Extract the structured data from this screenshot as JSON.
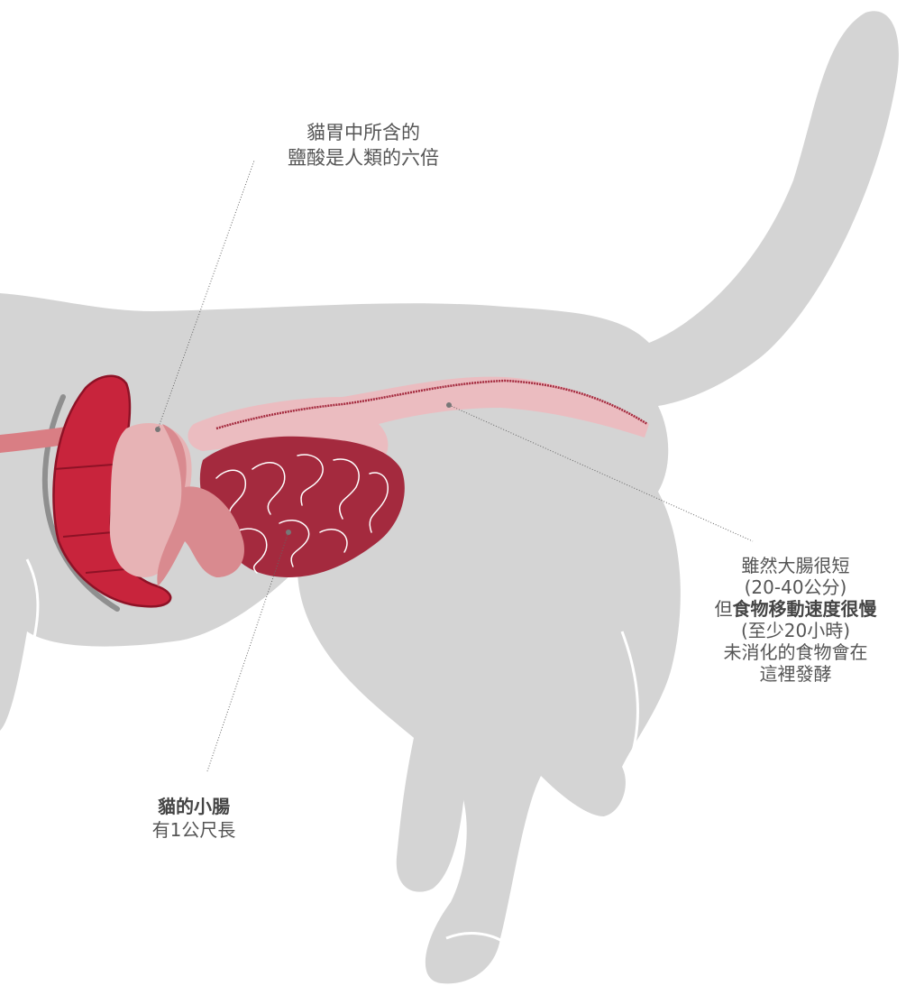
{
  "annotations": {
    "stomach": {
      "line1": "貓胃中所含的",
      "line2": "鹽酸是人類的六倍"
    },
    "large_intestine": {
      "line1": "雖然大腸很短",
      "line2": "(20-40公分)",
      "line3_prefix": "但",
      "line3_bold": "食物移動速度很慢",
      "line4": "(至少20小時)",
      "line5": "未消化的食物會在",
      "line6": "這裡發酵"
    },
    "small_intestine": {
      "title_bold": "貓的小腸",
      "line2": "有1公尺長"
    }
  },
  "colors": {
    "body": "#d4d4d4",
    "organ_dark": "#c8243c",
    "intestine_dark": "#a42a3e",
    "stomach_pink": "#e7b3b5",
    "stomach_mid": "#d98a8f",
    "colon": "#ebbcc0",
    "esophagus": "#d97e84",
    "text": "#555555"
  }
}
